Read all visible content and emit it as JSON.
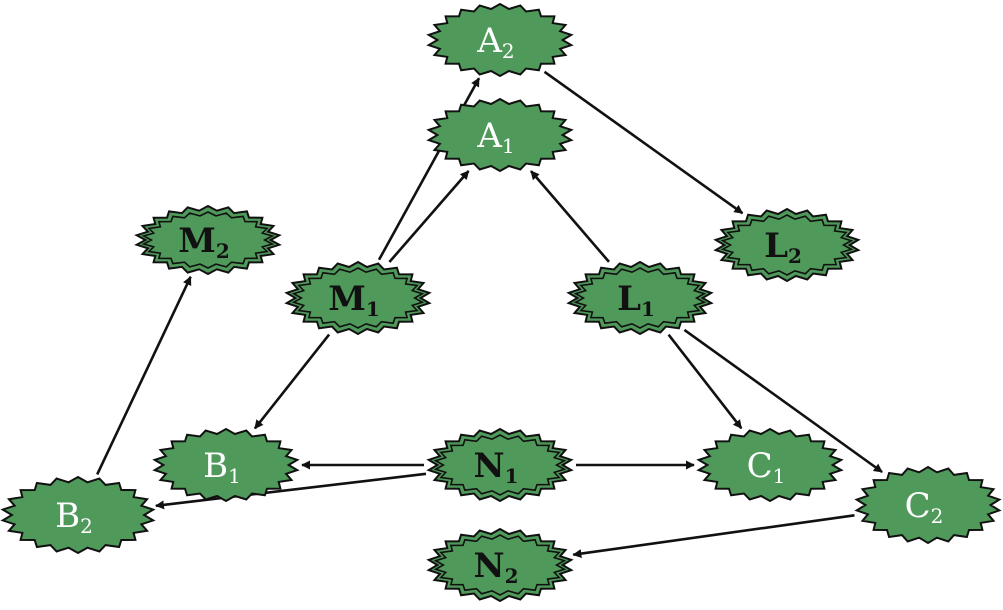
{
  "colors": {
    "node_fill": "#4f9a5a",
    "node_stroke": "#111111",
    "edge": "#111111",
    "light_text": "#ffffff",
    "dark_text": "#111111"
  },
  "nodes": [
    {
      "id": "A2",
      "base": "A",
      "sub": "2",
      "style": "light"
    },
    {
      "id": "A1",
      "base": "A",
      "sub": "1",
      "style": "light"
    },
    {
      "id": "M2",
      "base": "M",
      "sub": "2",
      "style": "bold"
    },
    {
      "id": "M1",
      "base": "M",
      "sub": "1",
      "style": "bold"
    },
    {
      "id": "L2",
      "base": "L",
      "sub": "2",
      "style": "bold"
    },
    {
      "id": "L1",
      "base": "L",
      "sub": "1",
      "style": "bold"
    },
    {
      "id": "B1",
      "base": "B",
      "sub": "1",
      "style": "light"
    },
    {
      "id": "N1",
      "base": "N",
      "sub": "1",
      "style": "bold"
    },
    {
      "id": "C1",
      "base": "C",
      "sub": "1",
      "style": "light"
    },
    {
      "id": "B2",
      "base": "B",
      "sub": "2",
      "style": "light"
    },
    {
      "id": "C2",
      "base": "C",
      "sub": "2",
      "style": "light"
    },
    {
      "id": "N2",
      "base": "N",
      "sub": "2",
      "style": "bold"
    }
  ],
  "edges": [
    {
      "from": "M1",
      "to": "A2"
    },
    {
      "from": "M1",
      "to": "A1"
    },
    {
      "from": "L1",
      "to": "A1"
    },
    {
      "from": "A2",
      "to": "L2"
    },
    {
      "from": "M1",
      "to": "B1"
    },
    {
      "from": "B2",
      "to": "M2"
    },
    {
      "from": "L1",
      "to": "C1"
    },
    {
      "from": "L1",
      "to": "C2"
    },
    {
      "from": "N1",
      "to": "B1"
    },
    {
      "from": "N1",
      "to": "C1"
    },
    {
      "from": "N1",
      "to": "B2"
    },
    {
      "from": "C2",
      "to": "N2"
    }
  ]
}
